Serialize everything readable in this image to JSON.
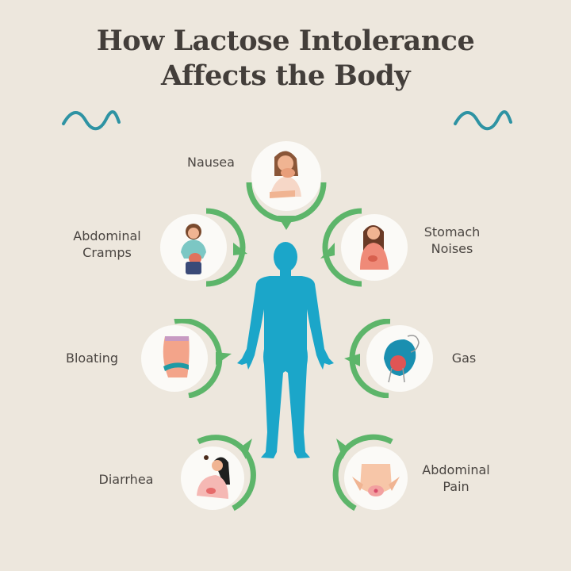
{
  "title": {
    "line1": "How Lactose Intolerance",
    "line2": "Affects the Body"
  },
  "colors": {
    "background": "#ede7dd",
    "title_text": "#433e3a",
    "label_text": "#4a4541",
    "ring_green": "#5db56a",
    "body_blue": "#1ba6c9",
    "squiggle_teal": "#2e93a3",
    "circle_white": "#fbfaf7"
  },
  "center_figure": {
    "icon": "human-body-silhouette-icon"
  },
  "symptoms": [
    {
      "id": "nausea",
      "label": "Nausea",
      "icon": "woman-nausea-icon",
      "side": "top"
    },
    {
      "id": "abdominal-cramps",
      "label_line1": "Abdominal",
      "label_line2": "Cramps",
      "icon": "woman-cramps-icon",
      "side": "left"
    },
    {
      "id": "stomach-noises",
      "label_line1": "Stomach",
      "label_line2": "Noises",
      "icon": "woman-stomach-noises-icon",
      "side": "right"
    },
    {
      "id": "bloating",
      "label": "Bloating",
      "icon": "bloated-belly-icon",
      "side": "left"
    },
    {
      "id": "gas",
      "label": "Gas",
      "icon": "digestive-gas-icon",
      "side": "right"
    },
    {
      "id": "diarrhea",
      "label": "Diarrhea",
      "icon": "woman-diarrhea-icon",
      "side": "left"
    },
    {
      "id": "abdominal-pain",
      "label_line1": "Abdominal",
      "label_line2": "Pain",
      "icon": "abdomen-pain-icon",
      "side": "right"
    }
  ]
}
